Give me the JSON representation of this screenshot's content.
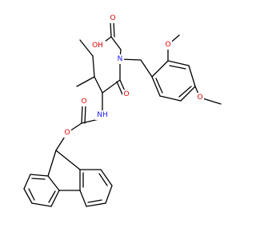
{
  "colors": {
    "background": "#ffffff",
    "bond": "#000000",
    "O": "#e00000",
    "N": "#1a1aff",
    "C": "#000000"
  },
  "atoms": {
    "o_acid_oh": {
      "text": "OH",
      "element": "O"
    },
    "o_acid_dbl": {
      "text": "O",
      "element": "O"
    },
    "n_amide": {
      "text": "N",
      "element": "N"
    },
    "o_amide": {
      "text": "O",
      "element": "O"
    },
    "nh_carbamate": {
      "text": "NH",
      "element": "N"
    },
    "o_carbamate_dbl": {
      "text": "O",
      "element": "O"
    },
    "o_carbamate_ester": {
      "text": "O",
      "element": "O"
    },
    "o_methoxy_2": {
      "text": "O",
      "element": "O"
    },
    "o_methoxy_4": {
      "text": "O",
      "element": "O"
    }
  }
}
